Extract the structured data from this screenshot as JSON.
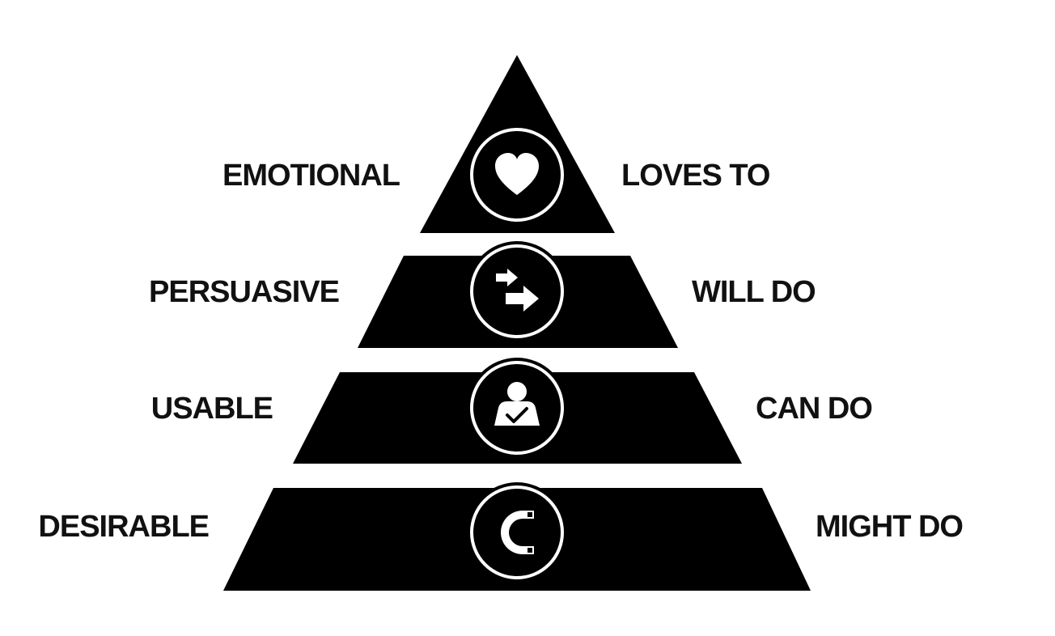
{
  "colors": {
    "background": "#ffffff",
    "pyramid_fill": "#000000",
    "icon_stroke": "#ffffff",
    "icon_fill": "#ffffff",
    "text": "#111111"
  },
  "tiers": [
    {
      "left_label": "EMOTIONAL",
      "right_label": "LOVES TO",
      "icon": "heart-icon"
    },
    {
      "left_label": "PERSUASIVE",
      "right_label": "WILL DO",
      "icon": "forward-arrows-icon"
    },
    {
      "left_label": "USABLE",
      "right_label": "CAN DO",
      "icon": "user-check-icon"
    },
    {
      "left_label": "DESIRABLE",
      "right_label": "MIGHT DO",
      "icon": "magnet-icon"
    }
  ]
}
